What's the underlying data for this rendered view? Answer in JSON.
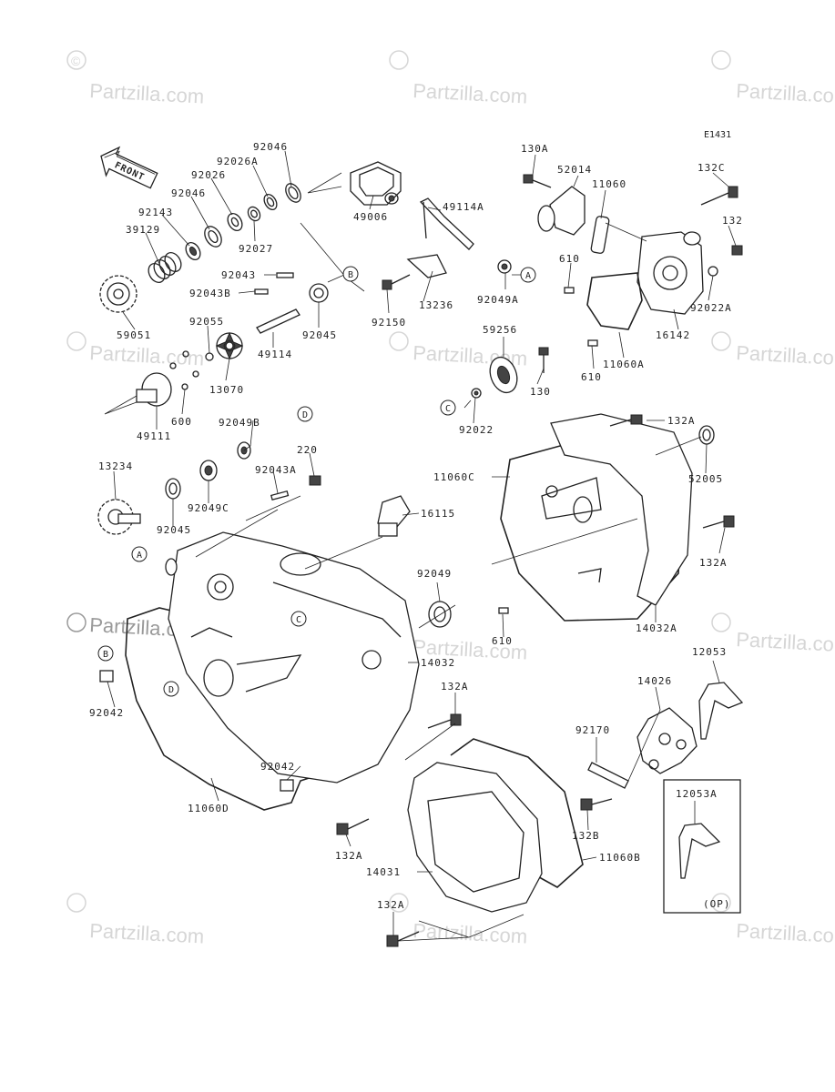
{
  "diagram_code": "E1431",
  "watermark": "Partzilla.com",
  "front_label": "FRONT",
  "option_label": "(OP)",
  "ref_markers": [
    "A",
    "B",
    "C",
    "D"
  ],
  "parts": {
    "p92046_top": "92046",
    "p92026A": "92026A",
    "p92026": "92026",
    "p92046_mid": "92046",
    "p92143": "92143",
    "p39129": "39129",
    "p92027": "92027",
    "p49006": "49006",
    "p92043": "92043",
    "p92043B": "92043B",
    "p92045_top": "92045",
    "p49114": "49114",
    "p92055": "92055",
    "p59051": "59051",
    "p13070": "13070",
    "p49111": "49111",
    "p600": "600",
    "p49114A": "49114A",
    "p13236": "13236",
    "p92150": "92150",
    "p92049A": "92049A",
    "p59256": "59256",
    "p130": "130",
    "p92022": "92022",
    "p130A": "130A",
    "p52014": "52014",
    "p11060": "11060",
    "p132C": "132C",
    "p132": "132",
    "p610_a": "610",
    "p92022A": "92022A",
    "p16142": "16142",
    "p610_b": "610",
    "p11060A": "11060A",
    "p132A_a": "132A",
    "p52005": "52005",
    "p11060C": "11060C",
    "p132A_b": "132A",
    "p610_c": "610",
    "p14032A": "14032A",
    "p13234": "13234",
    "p92049B": "92049B",
    "p220": "220",
    "p92043A": "92043A",
    "p92049C": "92049C",
    "p92045_low": "92045",
    "p16115": "16115",
    "p92049": "92049",
    "p14032": "14032",
    "p92042_a": "92042",
    "p92042_b": "92042",
    "p11060D": "11060D",
    "p132A_c": "132A",
    "p132A_d": "132A",
    "p14031": "14031",
    "p11060B": "11060B",
    "p132A_e": "132A",
    "p12053": "12053",
    "p14026": "14026",
    "p92170": "92170",
    "p132B": "132B",
    "p12053A": "12053A"
  }
}
